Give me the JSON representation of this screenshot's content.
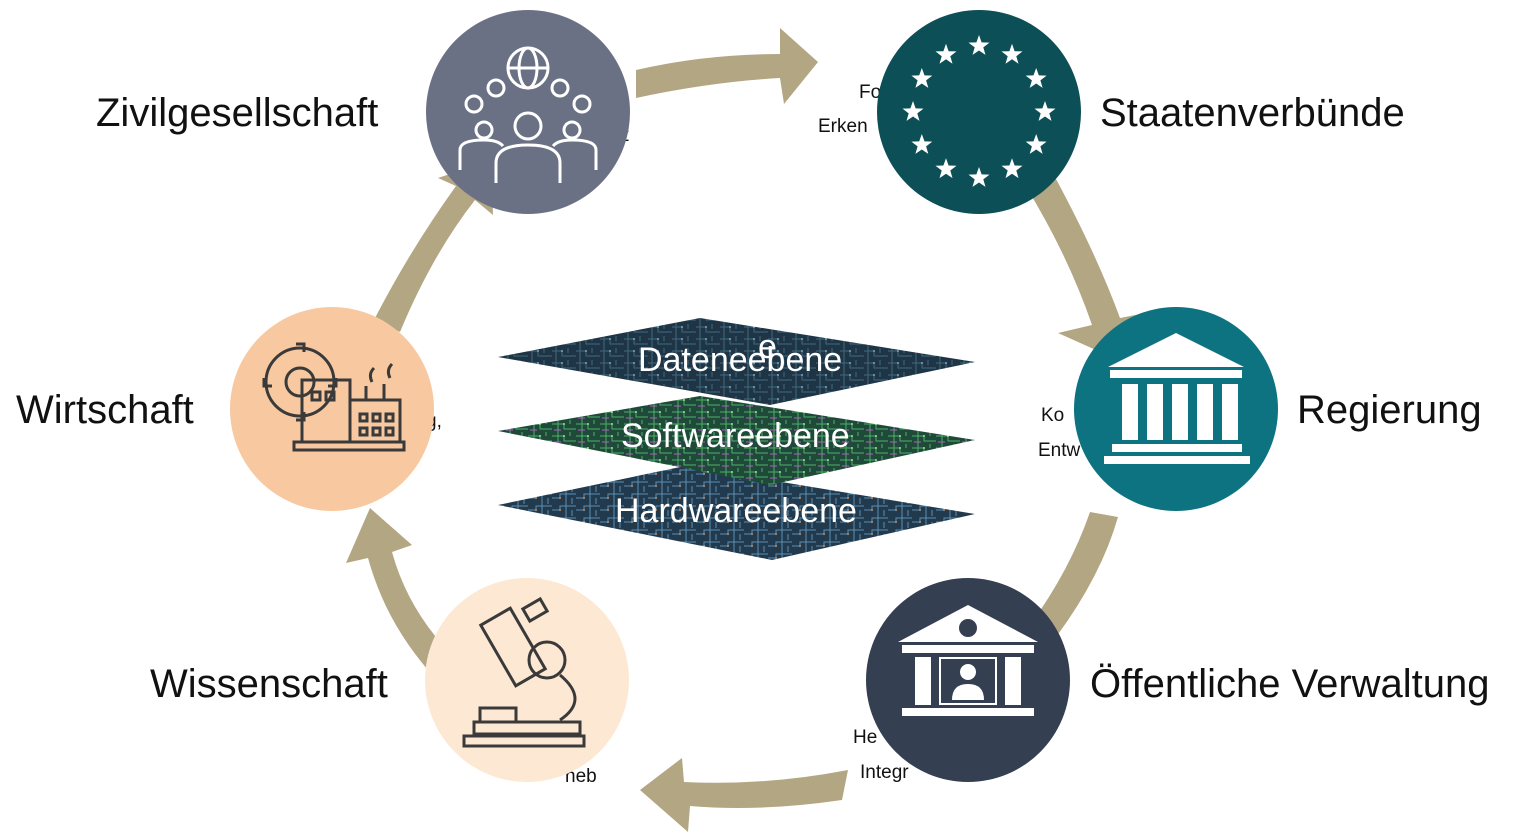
{
  "colors": {
    "arrow": "#b3a683",
    "zivilgesellschaft": "#6b7184",
    "staatenverbuende": "#0c4f57",
    "regierung": "#0e7381",
    "verwaltung": "#353f52",
    "wissenschaft": "#fde8d3",
    "wirtschaft": "#f8c9a0"
  },
  "nodes": {
    "zivilgesellschaft": {
      "label": "Zivilgesellschaft",
      "icon": "people-globe-icon"
    },
    "staatenverbuende": {
      "label": "Staatenverbünde",
      "icon": "eu-stars-icon"
    },
    "regierung": {
      "label": "Regierung",
      "icon": "government-building-icon"
    },
    "verwaltung": {
      "label": "Öffentliche Verwaltung",
      "icon": "administration-building-icon"
    },
    "wissenschaft": {
      "label": "Wissenschaft",
      "icon": "microscope-icon"
    },
    "wirtschaft": {
      "label": "Wirtschaft",
      "icon": "factory-gear-icon"
    }
  },
  "hidden_fragments": {
    "zivil": "z",
    "staaten_1": "Fo",
    "staaten_2": "Erken",
    "regierung_1": "Ko",
    "regierung_2": "Entw",
    "verwaltung_1": "He",
    "verwaltung_2": "Integr",
    "wissenschaft": "neb",
    "wirtschaft": "g,"
  },
  "layers": {
    "data": "Dateneebene",
    "data_overlap": "e",
    "software": "Softwareebene",
    "hardware": "Hardwareebene"
  }
}
